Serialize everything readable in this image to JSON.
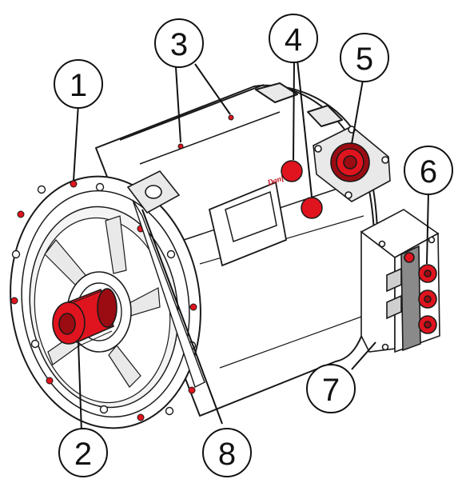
{
  "figure": {
    "colors": {
      "outline": "#1a1a1a",
      "body_fill": "#ffffff",
      "shade": "#e9e9e9",
      "accent_red": "#e0141e",
      "dark_red": "#9a0c12",
      "panel_grey": "#8a8a8a",
      "logo_red": "#c4101a"
    },
    "callouts": [
      {
        "id": "c1",
        "label": "1"
      },
      {
        "id": "c2",
        "label": "2"
      },
      {
        "id": "c3",
        "label": "3"
      },
      {
        "id": "c4",
        "label": "4"
      },
      {
        "id": "c5",
        "label": "5"
      },
      {
        "id": "c6",
        "label": "6"
      },
      {
        "id": "c7",
        "label": "7"
      },
      {
        "id": "c8",
        "label": "8"
      }
    ],
    "logo_text": "Danfoss"
  }
}
